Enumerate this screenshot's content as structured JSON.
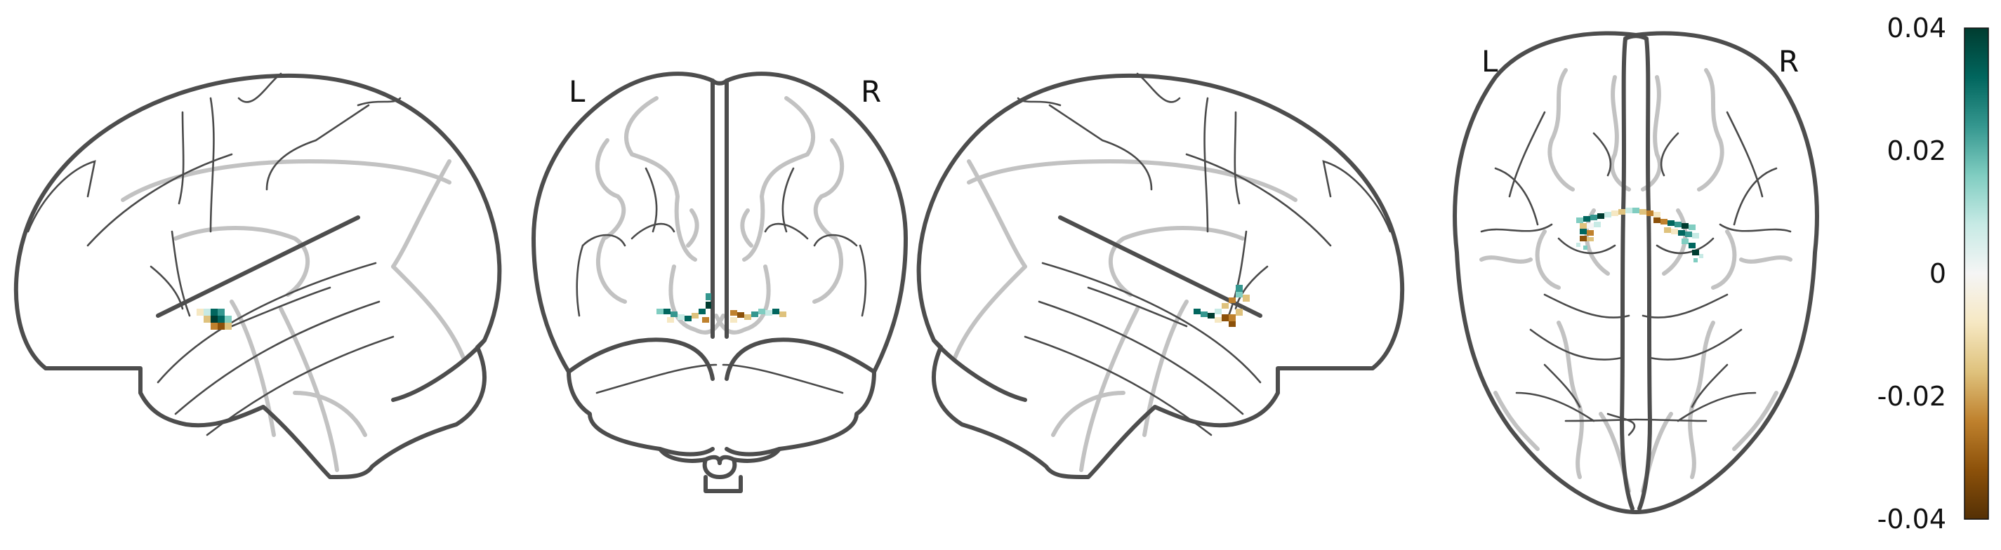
{
  "views": {
    "coronal": {
      "left_label": "L",
      "right_label": "R"
    },
    "axial": {
      "left_label": "L",
      "right_label": "R"
    }
  },
  "colorbar": {
    "colormap": "brown-white-teal (diverging)",
    "colors": [
      "#543005",
      "#8c510a",
      "#bf812d",
      "#dfc27d",
      "#f6e8c3",
      "#f5f5f5",
      "#c7eae5",
      "#80cdc1",
      "#35978f",
      "#01665e",
      "#003c30"
    ],
    "ticks": [
      "0.04",
      "0.02",
      "0",
      "-0.02",
      "-0.04"
    ]
  },
  "colors": {
    "outline": "#4d4d4d",
    "contour_thin": "#555555",
    "contour_light": "#bdbdbd",
    "teal": "#01665e",
    "brown": "#8c510a"
  }
}
